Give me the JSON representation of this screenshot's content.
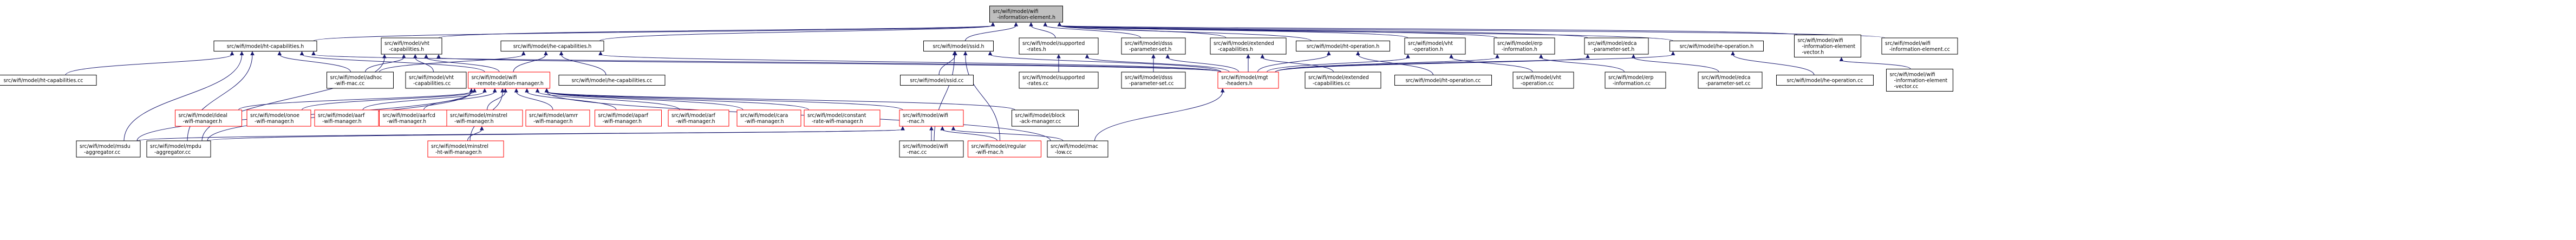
{
  "diagram": {
    "type": "include-dependency-graph",
    "colors": {
      "edge": "#191970",
      "root_fill": "#bfbfbf",
      "node_border": "#000000",
      "highlight_border": "#ff0000",
      "node_fill": "#ffffff"
    },
    "nodes": [
      {
        "id": "root",
        "label": [
          "src/wifi/model/wifi",
          "-information-element.h"
        ],
        "style": "root"
      },
      {
        "id": "htcaph",
        "label": [
          "src/wifi/model/ht-capabilities.h"
        ],
        "style": "normal"
      },
      {
        "id": "vhtcaph",
        "label": [
          "src/wifi/model/vht",
          "-capabilities.h"
        ],
        "style": "normal"
      },
      {
        "id": "hecaph",
        "label": [
          "src/wifi/model/he-capabilities.h"
        ],
        "style": "normal"
      },
      {
        "id": "ssidh",
        "label": [
          "src/wifi/model/ssid.h"
        ],
        "style": "normal"
      },
      {
        "id": "supratesh",
        "label": [
          "src/wifi/model/supported",
          "-rates.h"
        ],
        "style": "normal"
      },
      {
        "id": "dssph",
        "label": [
          "src/wifi/model/dsss",
          "-parameter-set.h"
        ],
        "style": "normal"
      },
      {
        "id": "extcaph",
        "label": [
          "src/wifi/model/extended",
          "-capabilities.h"
        ],
        "style": "normal"
      },
      {
        "id": "htoph",
        "label": [
          "src/wifi/model/ht-operation.h"
        ],
        "style": "normal"
      },
      {
        "id": "vhtoph",
        "label": [
          "src/wifi/model/vht",
          "-operation.h"
        ],
        "style": "normal"
      },
      {
        "id": "erph",
        "label": [
          "src/wifi/model/erp",
          "-information.h"
        ],
        "style": "normal"
      },
      {
        "id": "edcah",
        "label": [
          "src/wifi/model/edca",
          "-parameter-set.h"
        ],
        "style": "normal"
      },
      {
        "id": "heoph",
        "label": [
          "src/wifi/model/he-operation.h"
        ],
        "style": "normal"
      },
      {
        "id": "ievech",
        "label": [
          "src/wifi/model/wifi",
          "-information-element",
          "-vector.h"
        ],
        "style": "normal"
      },
      {
        "id": "iecc",
        "label": [
          "src/wifi/model/wifi",
          "-information-element.cc"
        ],
        "style": "normal"
      },
      {
        "id": "htcapcc",
        "label": [
          "src/wifi/model/ht-capabilities.cc"
        ],
        "style": "normal"
      },
      {
        "id": "adhoc",
        "label": [
          "src/wifi/model/adhoc",
          "-wifi-mac.cc"
        ],
        "style": "normal"
      },
      {
        "id": "vhtcapcc",
        "label": [
          "src/wifi/model/vht",
          "-capabilities.cc"
        ],
        "style": "normal"
      },
      {
        "id": "rsmh",
        "label": [
          "src/wifi/model/wifi",
          "-remote-station-manager.h"
        ],
        "style": "red"
      },
      {
        "id": "hecapcc",
        "label": [
          "src/wifi/model/he-capabilities.cc"
        ],
        "style": "normal"
      },
      {
        "id": "ssidcc",
        "label": [
          "src/wifi/model/ssid.cc"
        ],
        "style": "normal"
      },
      {
        "id": "supratescc",
        "label": [
          "src/wifi/model/supported",
          "-rates.cc"
        ],
        "style": "normal"
      },
      {
        "id": "dsspcc",
        "label": [
          "src/wifi/model/dsss",
          "-parameter-set.cc"
        ],
        "style": "normal"
      },
      {
        "id": "mgth",
        "label": [
          "src/wifi/model/mgt",
          "-headers.h"
        ],
        "style": "red"
      },
      {
        "id": "extcapcc",
        "label": [
          "src/wifi/model/extended",
          "-capabilities.cc"
        ],
        "style": "normal"
      },
      {
        "id": "htopcc",
        "label": [
          "src/wifi/model/ht-operation.cc"
        ],
        "style": "normal"
      },
      {
        "id": "vhtopcc",
        "label": [
          "src/wifi/model/vht",
          "-operation.cc"
        ],
        "style": "normal"
      },
      {
        "id": "erpcc",
        "label": [
          "src/wifi/model/erp",
          "-information.cc"
        ],
        "style": "normal"
      },
      {
        "id": "edcacc",
        "label": [
          "src/wifi/model/edca",
          "-parameter-set.cc"
        ],
        "style": "normal"
      },
      {
        "id": "heopcc",
        "label": [
          "src/wifi/model/he-operation.cc"
        ],
        "style": "normal"
      },
      {
        "id": "ieveccc",
        "label": [
          "src/wifi/model/wifi",
          "-information-element",
          "-vector.cc"
        ],
        "style": "normal"
      },
      {
        "id": "ideal",
        "label": [
          "src/wifi/model/ideal",
          "-wifi-manager.h"
        ],
        "style": "red"
      },
      {
        "id": "onoe",
        "label": [
          "src/wifi/model/onoe",
          "-wifi-manager.h"
        ],
        "style": "red"
      },
      {
        "id": "aarf",
        "label": [
          "src/wifi/model/aarf",
          "-wifi-manager.h"
        ],
        "style": "red"
      },
      {
        "id": "aarfcd",
        "label": [
          "src/wifi/model/aarfcd",
          "-wifi-manager.h"
        ],
        "style": "red"
      },
      {
        "id": "minstrel",
        "label": [
          "src/wifi/model/minstrel",
          "-wifi-manager.h"
        ],
        "style": "red"
      },
      {
        "id": "amrr",
        "label": [
          "src/wifi/model/amrr",
          "-wifi-manager.h"
        ],
        "style": "red"
      },
      {
        "id": "aparf",
        "label": [
          "src/wifi/model/aparf",
          "-wifi-manager.h"
        ],
        "style": "red"
      },
      {
        "id": "arf",
        "label": [
          "src/wifi/model/arf",
          "-wifi-manager.h"
        ],
        "style": "red"
      },
      {
        "id": "cara",
        "label": [
          "src/wifi/model/cara",
          "-wifi-manager.h"
        ],
        "style": "red"
      },
      {
        "id": "constant",
        "label": [
          "src/wifi/model/constant",
          "-rate-wifi-manager.h"
        ],
        "style": "red"
      },
      {
        "id": "wifimach",
        "label": [
          "src/wifi/model/wifi",
          "-mac.h"
        ],
        "style": "red"
      },
      {
        "id": "blockack",
        "label": [
          "src/wifi/model/block",
          "-ack-manager.cc"
        ],
        "style": "normal"
      },
      {
        "id": "msdu",
        "label": [
          "src/wifi/model/msdu",
          "-aggregator.cc"
        ],
        "style": "normal"
      },
      {
        "id": "mpdu",
        "label": [
          "src/wifi/model/mpdu",
          "-aggregator.cc"
        ],
        "style": "normal"
      },
      {
        "id": "minstrelht",
        "label": [
          "src/wifi/model/minstrel",
          "-ht-wifi-manager.h"
        ],
        "style": "red"
      },
      {
        "id": "wifimaccc",
        "label": [
          "src/wifi/model/wifi",
          "-mac.cc"
        ],
        "style": "normal"
      },
      {
        "id": "regular",
        "label": [
          "src/wifi/model/regular",
          "-wifi-mac.h"
        ],
        "style": "red"
      },
      {
        "id": "maclow",
        "label": [
          "src/wifi/model/mac",
          "-low.cc"
        ],
        "style": "normal"
      }
    ],
    "edges": [
      [
        "root",
        "htcaph"
      ],
      [
        "root",
        "vhtcaph"
      ],
      [
        "root",
        "hecaph"
      ],
      [
        "root",
        "ssidh"
      ],
      [
        "root",
        "supratesh"
      ],
      [
        "root",
        "dssph"
      ],
      [
        "root",
        "extcaph"
      ],
      [
        "root",
        "htoph"
      ],
      [
        "root",
        "vhtoph"
      ],
      [
        "root",
        "erph"
      ],
      [
        "root",
        "edcah"
      ],
      [
        "root",
        "heoph"
      ],
      [
        "root",
        "ievech"
      ],
      [
        "root",
        "iecc"
      ],
      [
        "htcaph",
        "htcapcc"
      ],
      [
        "htcaph",
        "adhoc"
      ],
      [
        "htcaph",
        "rsmh"
      ],
      [
        "htcaph",
        "mgth"
      ],
      [
        "htcaph",
        "msdu"
      ],
      [
        "htcaph",
        "mpdu"
      ],
      [
        "vhtcaph",
        "vhtcapcc"
      ],
      [
        "vhtcaph",
        "adhoc"
      ],
      [
        "vhtcaph",
        "rsmh"
      ],
      [
        "vhtcaph",
        "mgth"
      ],
      [
        "vhtcaph",
        "mpdu"
      ],
      [
        "hecaph",
        "hecapcc"
      ],
      [
        "hecaph",
        "adhoc"
      ],
      [
        "hecaph",
        "rsmh"
      ],
      [
        "hecaph",
        "mgth"
      ],
      [
        "ssidh",
        "ssidcc"
      ],
      [
        "ssidh",
        "mgth"
      ],
      [
        "ssidh",
        "wifimaccc"
      ],
      [
        "ssidh",
        "regular"
      ],
      [
        "supratesh",
        "supratescc"
      ],
      [
        "supratesh",
        "mgth"
      ],
      [
        "dssph",
        "dsspcc"
      ],
      [
        "dssph",
        "mgth"
      ],
      [
        "extcaph",
        "extcapcc"
      ],
      [
        "extcaph",
        "mgth"
      ],
      [
        "htoph",
        "htopcc"
      ],
      [
        "htoph",
        "mgth"
      ],
      [
        "vhtoph",
        "vhtopcc"
      ],
      [
        "vhtoph",
        "mgth"
      ],
      [
        "erph",
        "erpcc"
      ],
      [
        "erph",
        "mgth"
      ],
      [
        "edcah",
        "edcacc"
      ],
      [
        "edcah",
        "mgth"
      ],
      [
        "heoph",
        "heopcc"
      ],
      [
        "heoph",
        "mgth"
      ],
      [
        "ievech",
        "ieveccc"
      ],
      [
        "rsmh",
        "ideal"
      ],
      [
        "rsmh",
        "onoe"
      ],
      [
        "rsmh",
        "aarf"
      ],
      [
        "rsmh",
        "aarfcd"
      ],
      [
        "rsmh",
        "minstrel"
      ],
      [
        "rsmh",
        "amrr"
      ],
      [
        "rsmh",
        "aparf"
      ],
      [
        "rsmh",
        "arf"
      ],
      [
        "rsmh",
        "cara"
      ],
      [
        "rsmh",
        "constant"
      ],
      [
        "rsmh",
        "wifimach"
      ],
      [
        "rsmh",
        "blockack"
      ],
      [
        "rsmh",
        "msdu"
      ],
      [
        "rsmh",
        "mpdu"
      ],
      [
        "rsmh",
        "minstrelht"
      ],
      [
        "rsmh",
        "maclow"
      ],
      [
        "minstrel",
        "minstrelht"
      ],
      [
        "wifimach",
        "msdu"
      ],
      [
        "wifimach",
        "mpdu"
      ],
      [
        "wifimach",
        "wifimaccc"
      ],
      [
        "wifimach",
        "regular"
      ],
      [
        "wifimach",
        "maclow"
      ],
      [
        "mgth",
        "maclow"
      ]
    ]
  }
}
